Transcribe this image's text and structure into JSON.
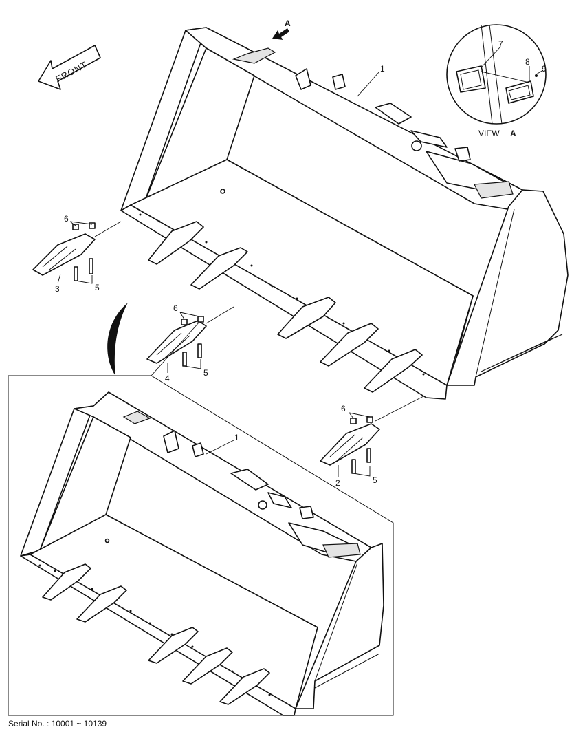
{
  "direction_label": "FRONT",
  "view_marker": "A",
  "view_caption": {
    "view": "VIEW",
    "letter": "A"
  },
  "callouts": {
    "bucket_top": "1",
    "bucket_bottom": "1",
    "tooth_right": "2",
    "tooth_left": "3",
    "tooth_middle": "4",
    "bolt_left": "5",
    "bolt_middle": "5",
    "bolt_right": "5",
    "nut_left": "6",
    "nut_middle": "6",
    "nut_right": "6",
    "plate_large": "7",
    "plate_small": "8",
    "rivet": "9"
  },
  "serial": "Serial No. : 10001 ~ 10139"
}
